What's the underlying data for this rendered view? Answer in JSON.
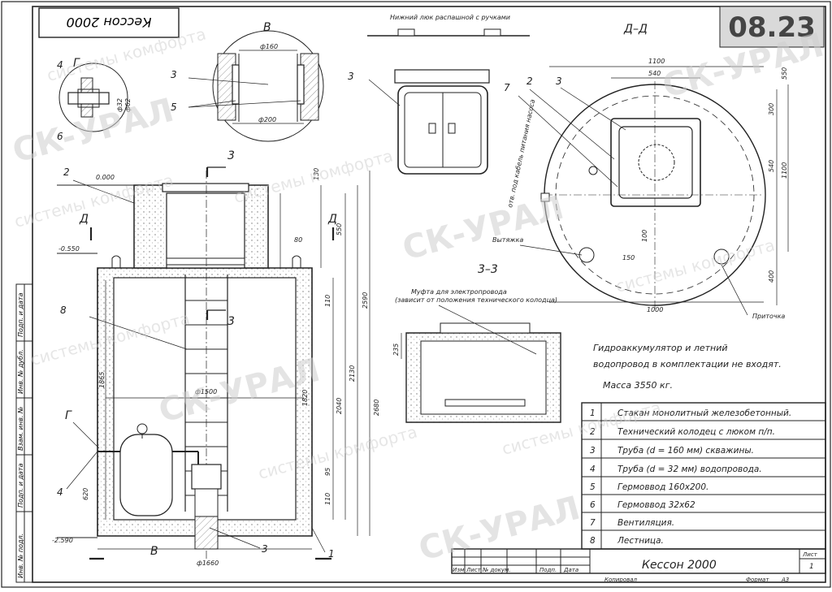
{
  "sheet": {
    "code_badge": "08.23",
    "title_box": "Кессон 2000",
    "drawing_name": "Кессон 2000",
    "stamp_copied": "Копировал",
    "stamp_format_label": "Формат",
    "stamp_format_value": "А3",
    "stamp_sheet_label": "Лист",
    "stamp_sheet_value": "1",
    "stamp_cols": [
      "Изм.",
      "Лист",
      "№ докум.",
      "Подп.",
      "Дата"
    ],
    "side_labels": [
      "Подп. и дата",
      "Инв. № дубл.",
      "Взам. инв. №",
      "Подп. и дата",
      "Инв. № подл."
    ]
  },
  "watermarks": {
    "brand": "СК-УРАЛ",
    "tagline": "системы комфорта"
  },
  "views": {
    "section_B": "В",
    "section_G": "Г",
    "section_DD": "Д–Д",
    "section_33": "3–3",
    "cut_3": "3",
    "cut_D": "Д",
    "hatch_note": "Нижний люк распашной с ручками",
    "coupling_note_1": "Муфта для электропровода",
    "coupling_note_2": "(зависит от положения технического колодца)",
    "pump_cable_note": "отв. под кабель питания насоса",
    "exhaust": "Вытяжка",
    "inflow": "Приточка"
  },
  "dimensions": {
    "d160": "ф160",
    "d200": "ф200",
    "d32": "ф32",
    "d62": "ф62",
    "d1500": "ф1500",
    "d1660": "ф1660",
    "level_0": "0.000",
    "level_m550": "-0.550",
    "level_m2590": "-2.590",
    "v130": "130",
    "v550": "550",
    "v80": "80",
    "v110": "110",
    "v1865": "1865",
    "v1820": "1820",
    "v2040": "2040",
    "v2130": "2130",
    "v2590": "2590",
    "v2680": "2680",
    "v95": "95",
    "v110b": "110",
    "v620": "620",
    "v235": "235",
    "dd1100": "1100",
    "dd540": "540",
    "dd300": "300",
    "dd540v": "540",
    "dd1100v": "1100",
    "dd550": "550",
    "dd400": "400",
    "dd150": "150",
    "dd100": "100",
    "dd1000": "1000"
  },
  "notes": {
    "line1": "Гидроаккумулятор и летний",
    "line2": "водопровод в комплектации не входят.",
    "mass": "Масса 3550 кг."
  },
  "legend": [
    {
      "num": "1",
      "text": "Стакан монолитный железобетонный."
    },
    {
      "num": "2",
      "text": "Технический колодец с люком п/п."
    },
    {
      "num": "3",
      "text": "Труба (d = 160 мм) скважины."
    },
    {
      "num": "4",
      "text": "Труба (d = 32 мм) водопровода."
    },
    {
      "num": "5",
      "text": "Гермоввод 160х200."
    },
    {
      "num": "6",
      "text": "Гермоввод 32х62"
    },
    {
      "num": "7",
      "text": "Вентиляция."
    },
    {
      "num": "8",
      "text": "Лестница."
    }
  ],
  "callouts": [
    "1",
    "2",
    "3",
    "4",
    "5",
    "6",
    "7",
    "8"
  ]
}
